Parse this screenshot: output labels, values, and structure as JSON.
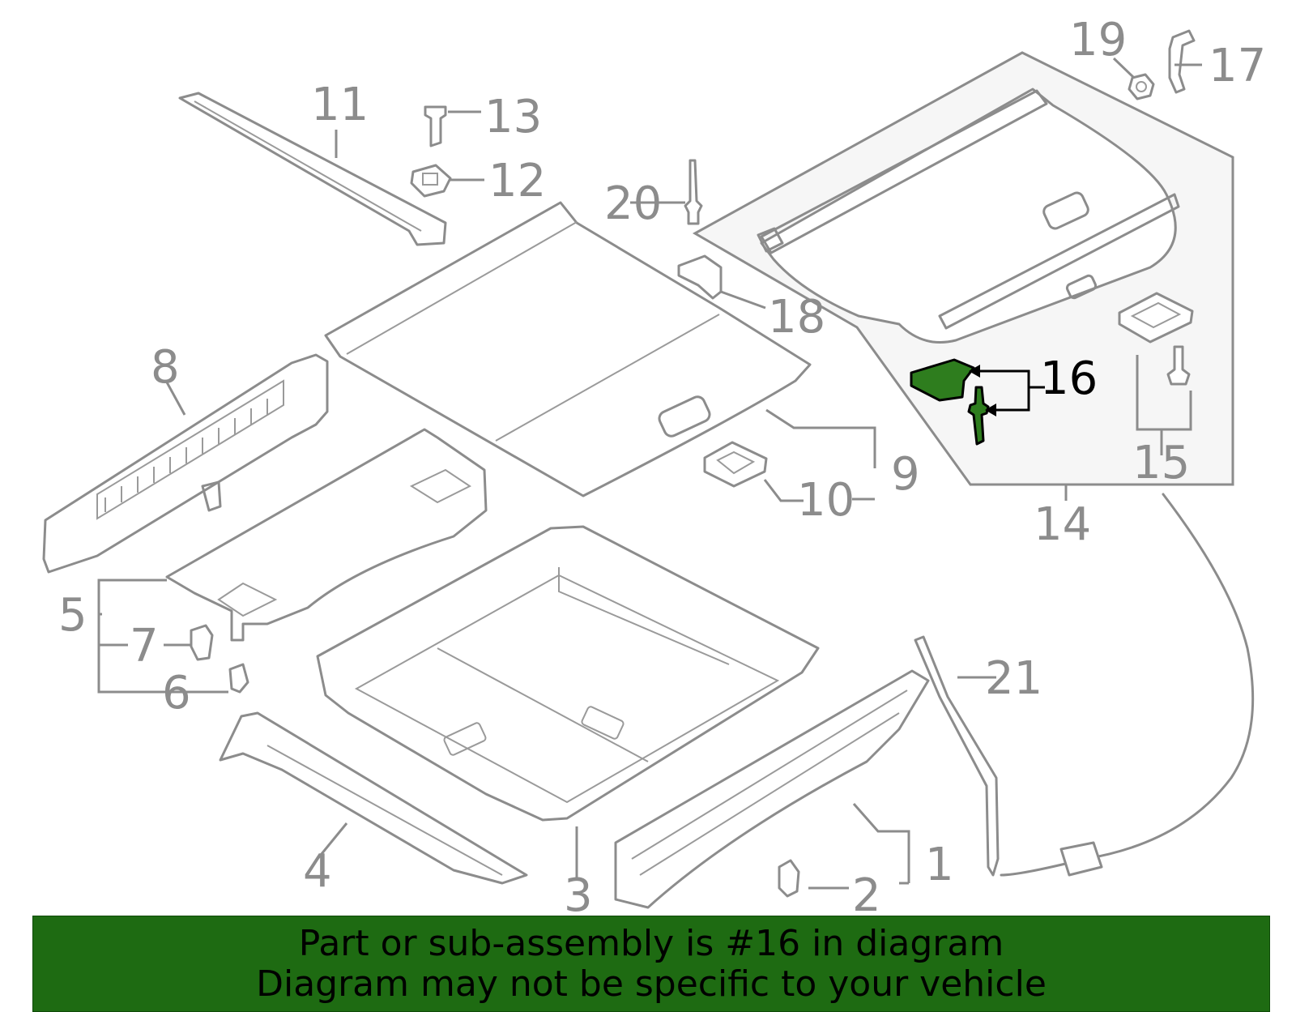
{
  "diagram": {
    "highlight_color": "#2e7d1e",
    "line_color": "#8c8c8c",
    "highlighted_part": "16",
    "callouts": [
      "1",
      "2",
      "3",
      "4",
      "5",
      "6",
      "7",
      "8",
      "9",
      "10",
      "11",
      "12",
      "13",
      "14",
      "15",
      "16",
      "17",
      "18",
      "19",
      "20",
      "21"
    ]
  },
  "banner": {
    "line1": "Part or sub-assembly is #16 in diagram",
    "line2": "Diagram may not be specific to your vehicle",
    "background": "#1e6b12"
  }
}
